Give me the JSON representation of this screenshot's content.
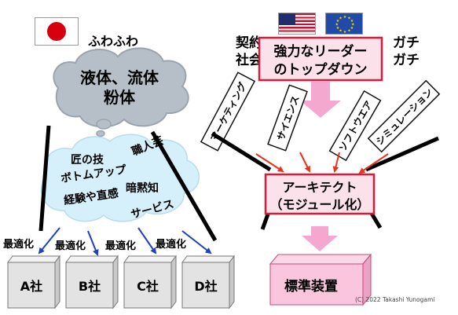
{
  "left": {
    "flag": "japan-flag",
    "fuwafuwa": "ふわふわ",
    "cloud_top": {
      "line1": "液体、流体",
      "line2": "粉体"
    },
    "cloud_bottom": [
      "匠の技",
      "職人芸",
      "ボトムアップ",
      "経験や直感",
      "暗黙知",
      "サービス"
    ],
    "optimize_label": "最適化",
    "companies": [
      "A社",
      "B社",
      "C社",
      "D社"
    ]
  },
  "right": {
    "flags": [
      "usa-flag",
      "eu-flag"
    ],
    "keiyaku": {
      "line1": "契約",
      "line2": "社会"
    },
    "gachigachi": {
      "line1": "ガチ",
      "line2": "ガチ"
    },
    "leader": {
      "line1": "強力なリーダー",
      "line2": "のトップダウン"
    },
    "skills": [
      "マーケティング",
      "サイエンス",
      "ソフトウエア",
      "シミュレーション"
    ],
    "architect": {
      "line1": "アーキテクト",
      "line2": "（モジュール化）"
    },
    "equipment": "標準装置"
  },
  "copyright": "(C) 2022 Takashi Yunogami",
  "colors": {
    "cloud_gray": "#b6bfc8",
    "cloud_blue": "#d6f0fb",
    "arrow_blue": "#1f3fbf",
    "arrow_red": "#e8321f",
    "box_pink": "#fbe1ea",
    "box_border": "#d91a3b",
    "arrow_pink": "#f4a8cf",
    "cube_gray": "#e3e3e3",
    "cube_pink": "#f9c6de",
    "jp_red": "#d7000f",
    "eu_blue": "#1f4aa8",
    "eu_star": "#ffd200"
  }
}
